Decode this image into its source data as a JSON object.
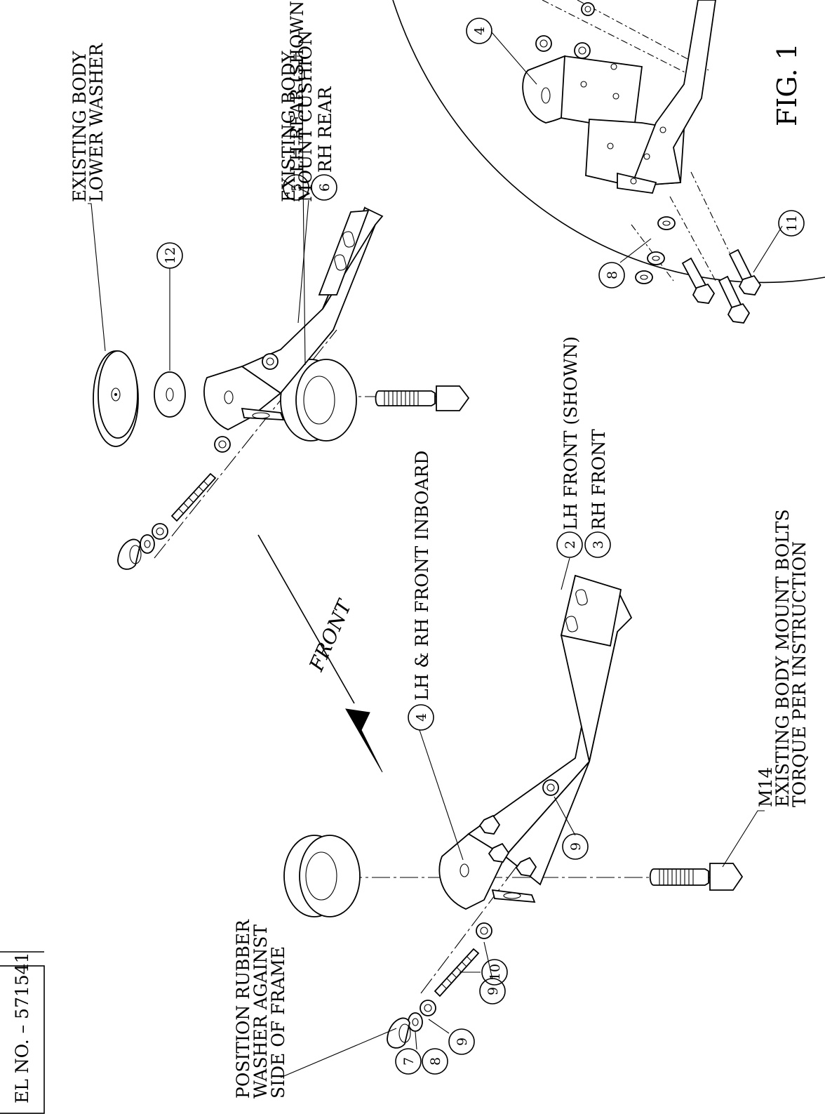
{
  "model_no": "EL NO.  –  571541",
  "figure": "FIG. 1",
  "front_arrow": "FRONT",
  "labels": {
    "cushion_l1": "EXISTING BODY",
    "cushion_l2": "MOUNT CUSHION",
    "washer_l1": "EXISTING BODY",
    "washer_l2": "LOWER WASHER",
    "lh_rear": "LH REAR (SHOWN)",
    "rh_rear": "RH REAR",
    "lh_rh_front_inboard": "LH & RH FRONT INBOARD",
    "lh_front": "LH FRONT (SHOWN)",
    "rh_front": "RH FRONT",
    "m14": "M14",
    "bolts_l1": "EXISTING BODY MOUNT BOLTS",
    "bolts_l2": "TORQUE PER INSTRUCTION",
    "rubber_l1": "POSITION RUBBER",
    "rubber_l2": "WASHER AGAINST",
    "rubber_l3": "SIDE OF FRAME"
  },
  "balloons": {
    "b12": "12",
    "b5": "5",
    "b6": "6",
    "b4_detail": "4",
    "b8_detail": "8",
    "b11_detail": "11",
    "b4_front": "4",
    "b2": "2",
    "b3": "3",
    "b9_a": "9",
    "b9_b": "9",
    "b9_c": "9",
    "b10": "10",
    "b8": "8",
    "b7": "7"
  }
}
